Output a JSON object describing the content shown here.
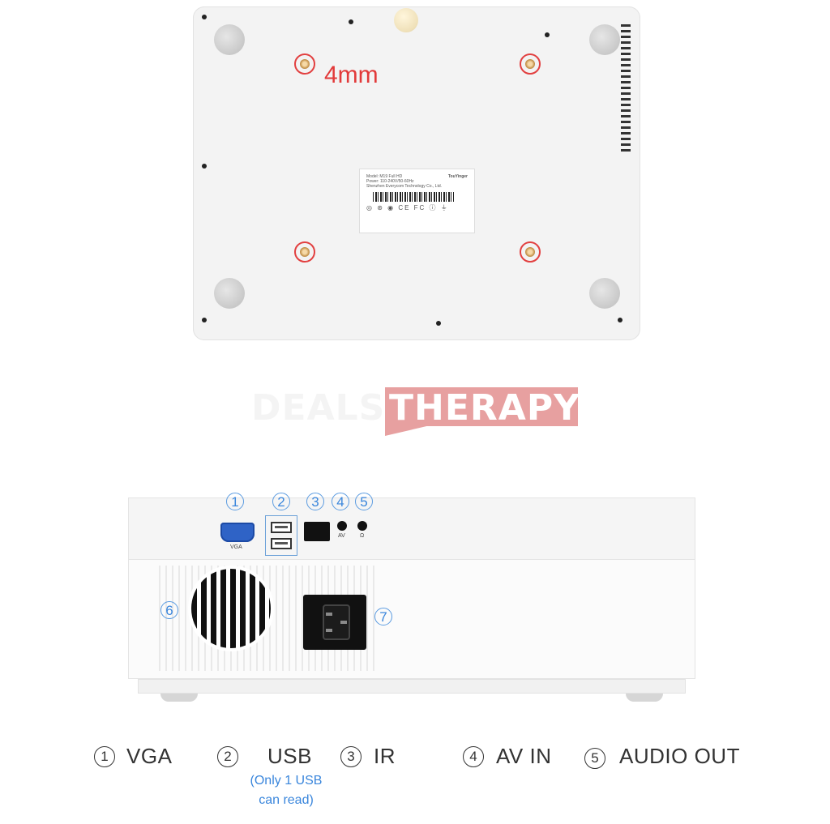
{
  "bottom_view": {
    "mount_size_label": "4mm",
    "label_plate_lines": [
      "Model: M19 Full HD",
      "Power: 110-240V/50-60Hz",
      "Shenzhen Everycom Technology Co., Ltd."
    ],
    "label_plate_brand": "TouYinger"
  },
  "watermark": {
    "part1": "DEALS",
    "part2": "THERAPY"
  },
  "rear_view": {
    "vga_port_label": "VGA",
    "av_label": "AV",
    "audio_label": "Ω",
    "callouts": [
      "1",
      "2",
      "3",
      "4",
      "5",
      "6",
      "7"
    ]
  },
  "legend": {
    "items": [
      {
        "num": "1",
        "text": "VGA"
      },
      {
        "num": "2",
        "text": "USB"
      },
      {
        "num": "3",
        "text": "IR"
      },
      {
        "num": "4",
        "text": "AV IN"
      },
      {
        "num": "5",
        "text": "AUDIO OUT"
      }
    ],
    "usb_note_line1": "(Only 1 USB",
    "usb_note_line2": "can read)"
  }
}
